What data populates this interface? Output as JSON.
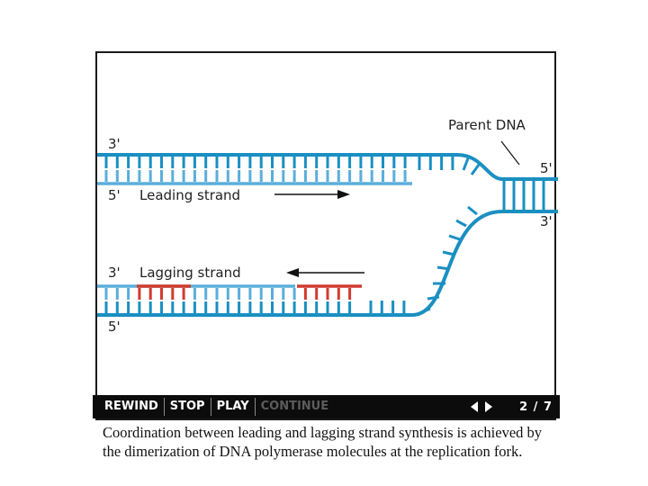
{
  "labels": {
    "parent_dna": "Parent DNA",
    "top_3prime": "3'",
    "leading_5prime": "5'",
    "leading_strand": "Leading strand",
    "right_5prime": "5'",
    "right_3prime": "3'",
    "lagging_3prime": "3'",
    "lagging_strand": "Lagging strand",
    "bottom_5prime": "5'"
  },
  "colors": {
    "dna_blue": "#1a8fc2",
    "new_strand_blue": "#5aaedb",
    "rna_primer_red": "#d23a2e",
    "arrow": "#111111"
  },
  "controls": {
    "rewind": "REWIND",
    "stop": "STOP",
    "play": "PLAY",
    "continue": "CONTINUE",
    "page": "2 / 7"
  },
  "caption": "Coordination between leading and lagging strand synthesis is achieved by the dimerization of DNA polymerase molecules at the replication fork."
}
